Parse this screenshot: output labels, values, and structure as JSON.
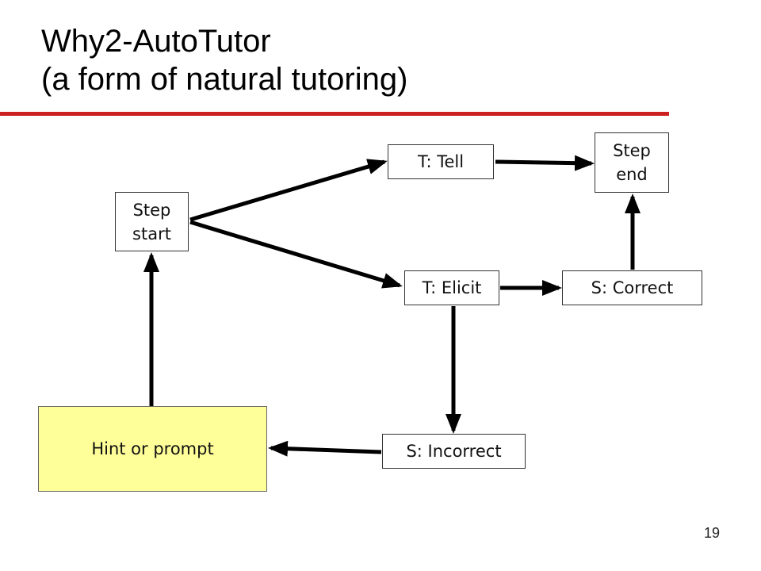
{
  "title": {
    "line1": "Why2-AutoTutor",
    "line2": "(a form of natural tutoring)"
  },
  "colors": {
    "title_rule": "#cc1f1f",
    "hint_box_fill": "#ffff99",
    "arrow": "#000000"
  },
  "nodes": {
    "step_start": {
      "line1": "Step",
      "line2": "start"
    },
    "t_tell": {
      "label": "T: Tell"
    },
    "step_end": {
      "line1": "Step",
      "line2": "end"
    },
    "t_elicit": {
      "label": "T: Elicit"
    },
    "s_correct": {
      "label": "S: Correct"
    },
    "s_incorrect": {
      "label": "S: Incorrect"
    },
    "hint_or_prompt": {
      "label": "Hint or prompt"
    }
  },
  "edges": [
    {
      "from": "Step start",
      "to": "T: Tell"
    },
    {
      "from": "Step start",
      "to": "T: Elicit"
    },
    {
      "from": "T: Tell",
      "to": "Step end"
    },
    {
      "from": "T: Elicit",
      "to": "S: Correct"
    },
    {
      "from": "S: Correct",
      "to": "Step end"
    },
    {
      "from": "T: Elicit",
      "to": "S: Incorrect"
    },
    {
      "from": "S: Incorrect",
      "to": "Hint or prompt"
    },
    {
      "from": "Hint or prompt",
      "to": "Step start"
    }
  ],
  "page_number": "19"
}
